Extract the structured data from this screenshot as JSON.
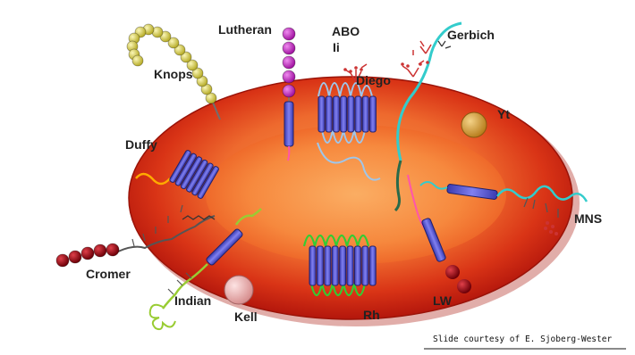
{
  "labels": {
    "lutheran": "Lutheran",
    "abo": "ABO",
    "ii": "Ii",
    "gerbich": "Gerbich",
    "knops": "Knops",
    "diego": "Diego",
    "yt": "Yt",
    "duffy": "Duffy",
    "mns": "MNS",
    "cromer": "Cromer",
    "indian": "Indian",
    "kell": "Kell",
    "lw": "LW",
    "rh": "Rh"
  },
  "credit": "Slide courtesy of E. Sjoberg-Wester",
  "colors": {
    "cell_outer": "#d42a14",
    "cell_inner": "#f59a4c",
    "helix": "#5b5bd6",
    "helix_edge": "#20206a",
    "knops_beads": "#e6e05a",
    "lutheran_beads": "#cc33cc",
    "cromer_beads": "#b0101a",
    "lw_beads": "#b0101a",
    "kell_sphere": "#f3c0c0",
    "yt_sphere": "#d9a445",
    "diego_loops": "#9fc6ea",
    "rh_loops": "#33cc33",
    "gerbich_chain": "#33cccc",
    "mns_chain": "#33cccc",
    "indian_chain": "#99cc33",
    "duffy_chain": "#ffaa00",
    "sugar": "#cc3333"
  }
}
